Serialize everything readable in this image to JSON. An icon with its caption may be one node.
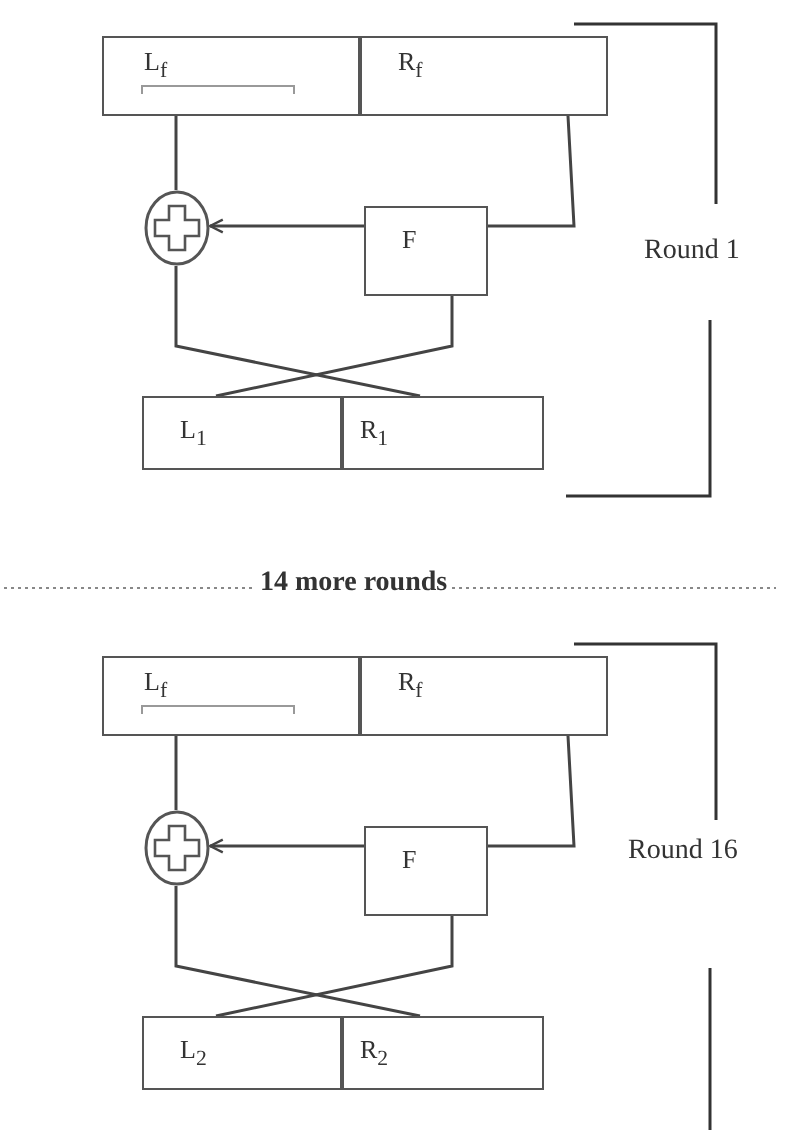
{
  "diagram": {
    "nodes": [
      {
        "text": [
          "L$_{f}$"
        ]
      },
      {
        "text": [
          "R$_{f}$"
        ]
      },
      {
        "text": [],
        "shape": "circle"
      },
      {
        "text": [
          "F"
        ]
      },
      {
        "text": [
          "L$_{1}$"
        ]
      },
      {
        "text": [
          "R$_{1}$"
        ]
      },
      {
        "text": [
          "L$_{f}$"
        ]
      },
      {
        "text": [
          "R$_{f}$"
        ]
      },
      {
        "text": [],
        "shape": "circle"
      },
      {
        "text": [
          "F"
        ]
      },
      {
        "text": [
          "L$_{2}$"
        ]
      },
      {
        "text": [
          "R$_{2}$"
        ]
      }
    ],
    "edges": [
      {
        "from": 0,
        "to": 2,
        "arrow": "none"
      },
      {
        "from": 1,
        "to": 3,
        "arrow": "none"
      },
      {
        "from": 3,
        "to": 2,
        "arrow": "to"
      },
      {
        "from": 2,
        "to": 5,
        "arrow": "none"
      },
      {
        "from": 3,
        "to": 4,
        "arrow": "none"
      },
      {
        "from": 6,
        "to": 8,
        "arrow": "none"
      },
      {
        "from": 7,
        "to": 9,
        "arrow": "none"
      },
      {
        "from": 9,
        "to": 8,
        "arrow": "to"
      },
      {
        "from": 8,
        "to": 11,
        "arrow": "none"
      },
      {
        "from": 9,
        "to": 10,
        "arrow": "none"
      }
    ],
    "labels": [
      "Round 1",
      "14 more rounds",
      "Round 16"
    ]
  }
}
